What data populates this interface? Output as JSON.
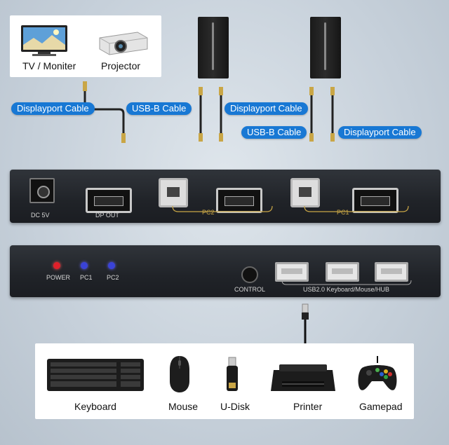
{
  "devices_top": {
    "monitor_label": "TV / Moniter",
    "projector_label": "Projector"
  },
  "cables": {
    "dp_left": "Displayport Cable",
    "usbb_pc2": "USB-B Cable",
    "dp_pc2": "Displayport Cable",
    "usbb_pc1": "USB-B Cable",
    "dp_pc1": "Displayport Cable"
  },
  "back_panel": {
    "dc_label": "DC 5V",
    "dp_out_label": "DP OUT",
    "pc2_label": "PC2",
    "pc1_label": "PC1"
  },
  "front_panel": {
    "power_label": "POWER",
    "pc1_label": "PC1",
    "pc2_label": "PC2",
    "control_label": "CONTROL",
    "usb_label": "USB2.0 Keyboard/Mouse/HUB",
    "colors": {
      "power_led": "#e0202a",
      "pc_led": "#3a43d8"
    }
  },
  "peripherals": {
    "keyboard": "Keyboard",
    "mouse": "Mouse",
    "udisk": "U-Disk",
    "printer": "Printer",
    "gamepad": "Gamepad"
  }
}
